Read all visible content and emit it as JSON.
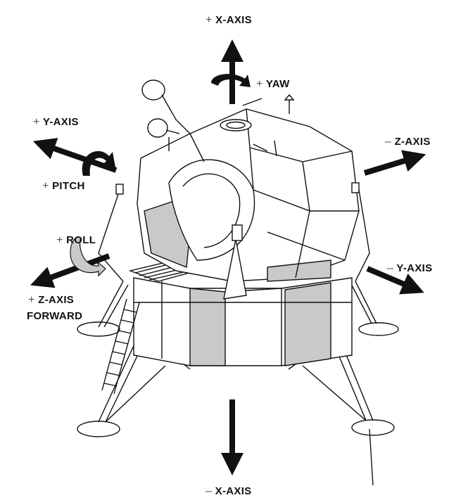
{
  "title": "Lunar Module axes",
  "labels": {
    "plus_x_axis": {
      "sign": "+",
      "text": "X-AXIS"
    },
    "plus_yaw": {
      "sign": "+",
      "text": "YAW"
    },
    "plus_y_axis": {
      "sign": "+",
      "text": "Y-AXIS"
    },
    "plus_pitch": {
      "sign": "+",
      "text": "PITCH"
    },
    "minus_z_axis": {
      "sign": "–",
      "text": "Z-AXIS"
    },
    "plus_roll": {
      "sign": "+",
      "text": "ROLL"
    },
    "minus_y_axis": {
      "sign": "–",
      "text": "Y-AXIS"
    },
    "plus_z_axis": {
      "sign": "+",
      "text": "Z-AXIS",
      "line2": "FORWARD"
    },
    "minus_x_axis": {
      "sign": "–",
      "text": "X-AXIS"
    }
  },
  "colors": {
    "ink": "#111111",
    "shade": "#c9c9c9"
  }
}
